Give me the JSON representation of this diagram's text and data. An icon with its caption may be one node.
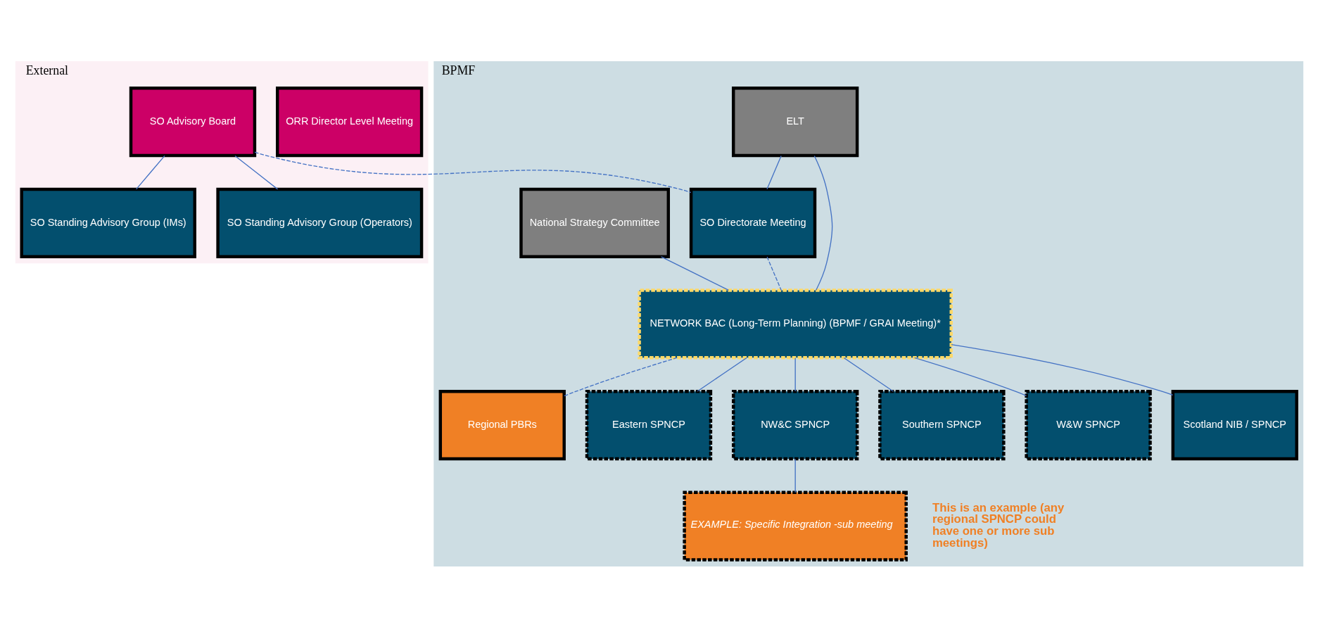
{
  "diagram": {
    "nodes": [
      {
        "text": [
          "External"
        ]
      },
      {
        "text": [
          "ORR Director Level Meeting"
        ],
        "in": 0
      },
      {
        "text": [
          "SO Advisory Board"
        ],
        "in": 0
      },
      {
        "text": [
          "SO Standing Advisory Group (IMs)"
        ],
        "in": 0
      },
      {
        "text": [
          "SO Standing Advisory Group (Operators)"
        ],
        "in": 0
      },
      {
        "text": [
          "BPMF"
        ]
      },
      {
        "text": [
          "ELT"
        ],
        "in": 5
      },
      {
        "text": [
          "National Strategy Committee"
        ],
        "in": 5
      },
      {
        "text": [
          "SO Directorate Meeting"
        ],
        "in": 5
      },
      {
        "text": [
          "NETWORK BAC (Long-Term Planning) (BPMF / GRAI Meeting)*"
        ],
        "in": 5
      },
      {
        "text": [
          "Regional PBRs"
        ],
        "in": 5
      },
      {
        "text": [
          "Eastern SPNCP"
        ],
        "in": 5
      },
      {
        "text": [
          "NW&C SPNCP"
        ],
        "in": 5
      },
      {
        "text": [
          "Southern SPNCP"
        ],
        "in": 5
      },
      {
        "text": [
          "W&W SPNCP"
        ],
        "in": 5
      },
      {
        "text": [
          "Scotland NIB / SPNCP"
        ],
        "in": 5
      },
      {
        "text": [
          "EXAMPLE: Specific Integration -sub meeting"
        ],
        "in": 5,
        "beside": [
          "This is an example (any regional SPNCP could have one or more sub meetings)"
        ]
      }
    ],
    "edges": [
      {
        "from": 2,
        "to": 3,
        "arrow": "none"
      },
      {
        "from": 2,
        "to": 4,
        "arrow": "none"
      },
      {
        "from": 6,
        "to": 8,
        "arrow": "none"
      },
      {
        "from": 6,
        "to": 9,
        "arrow": "none"
      },
      {
        "from": 7,
        "to": 9,
        "arrow": "none"
      },
      {
        "from": 2,
        "to": 8,
        "arrow": "none",
        "style": "dashed"
      },
      {
        "from": 8,
        "to": 9,
        "arrow": "none",
        "style": "dashed"
      },
      {
        "from": 9,
        "to": 10,
        "arrow": "none",
        "style": "dashed"
      },
      {
        "from": 9,
        "to": 11,
        "arrow": "none"
      },
      {
        "from": 9,
        "to": 12,
        "arrow": "none"
      },
      {
        "from": 9,
        "to": 13,
        "arrow": "none"
      },
      {
        "from": 9,
        "to": 14,
        "arrow": "none"
      },
      {
        "from": 9,
        "to": 15,
        "arrow": "none"
      },
      {
        "from": 12,
        "to": 16,
        "arrow": "none"
      }
    ]
  }
}
